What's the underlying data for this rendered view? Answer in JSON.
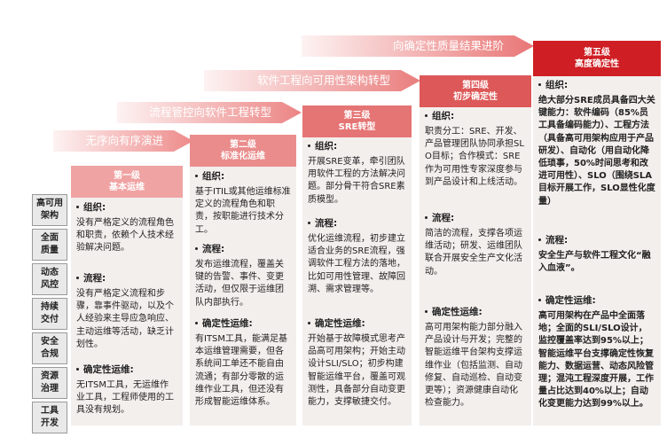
{
  "arrows": [
    "无序向有序演进",
    "流程管控向软件工程转型",
    "软件工程向可用性架构转型",
    "向确定性质量结果进阶"
  ],
  "sidebar": [
    "高可用\n架构",
    "全面\n质量",
    "动态\n风控",
    "持续\n交付",
    "安全\n合规",
    "资源\n治理",
    "工具\n开发"
  ],
  "levels": [
    {
      "level": "第一级",
      "name": "基本运维",
      "color": "#f0a3a3",
      "sections": [
        {
          "title": "组织:",
          "text": "没有严格定义的流程角色和职责，依赖个人技术经验解决问题。"
        },
        {
          "title": "流程:",
          "text": "没有严格定义流程和步骤，靠事件驱动，以及个人经验来主导应急响应、主动运维等活动，缺乏计划性。"
        },
        {
          "title": "确定性运维:",
          "text": "无ITSM工具，无运维作业工具，工程师使用的工具没有规划。"
        }
      ]
    },
    {
      "level": "第二级",
      "name": "标准化运维",
      "color": "#ea8c8c",
      "sections": [
        {
          "title": "组织:",
          "text": "基于ITIL或其他运维标准定义的流程角色和职责，按职能进行技术分工。"
        },
        {
          "title": "流程:",
          "text": "发布运维流程，覆盖关键的告警、事件、变更活动，但仅限于运维团队内部执行。"
        },
        {
          "title": "确定性运维:",
          "text": "有ITSM工具，能满足基本运维管理需要，但各系统间工单还不能自由流通；有部分零散的运维作业工具，但还没有形成智能运维体系。"
        }
      ]
    },
    {
      "level": "第三级",
      "name": "SRE转型",
      "color": "#e57474",
      "sections": [
        {
          "title": "组织:",
          "text": "开展SRE变革，牵引团队用软件工程的方法解决问题。部分骨干符合SRE素质模型。"
        },
        {
          "title": "流程:",
          "text": "优化运维流程，初步建立适合业务的SRE流程，强调软件工程方法的落地，比如可用性管理、故障回溯、需求管理等。"
        },
        {
          "title": "确定性运维:",
          "text": "开始基于故障模式思考产品高可用架构；开始主动设计SLI/SLO；初步构建智能运维平台，覆盖可观测性，具备部分自动变更能力，支撑敏捷交付。"
        }
      ]
    },
    {
      "level": "第四级",
      "name": "初步确定性",
      "color": "#dd5858",
      "sections": [
        {
          "title": "组织:",
          "text": "职责分工：SRE、开发、产品管理团队协同承担SLO目标；合作模式：SRE作为可用性专家深度参与到产品设计和上线活动。"
        },
        {
          "title": "流程:",
          "text": "简洁的流程，支撑各项运维活动；研发、运维团队联合开展安全生产文化活动。"
        },
        {
          "title": "确定性运维:",
          "text": "高可用架构能力部分融入产品设计与开发；完整的智能运维平台架构支撑运维作业（包括监测、自动修复、自动巡检、自动变更等）；资源健康自动化检查能力。"
        }
      ]
    },
    {
      "level": "第五级",
      "name": "高度确定性",
      "color": "#cf1f24",
      "sections": [
        {
          "title": "组织:",
          "text": "绝大部分SRE成员具备四大关键能力：软件编码（85%员工具备编码能力）、工程方法（具备高可用架构应用于产品研发）、自动化（用自动化降低琐事，50%时间思考和改进可用性）、SLO（围绕SLA目标开展工作，SLO显性化度量）"
        },
        {
          "title": "流程:",
          "text": "安全生产与软件工程文化“融入血液”。"
        },
        {
          "title": "确定性运维:",
          "text": "高可用架构在产品中全面落地；全面的SLI/SLO设计，监控覆盖率达到95%以上；智能运维平台支撑确定性恢复能力、数据运营、动态风险管理；混沌工程深度开展，工作量占比达到40%以上；自动化变更能力达到99%以上。"
        }
      ]
    }
  ]
}
